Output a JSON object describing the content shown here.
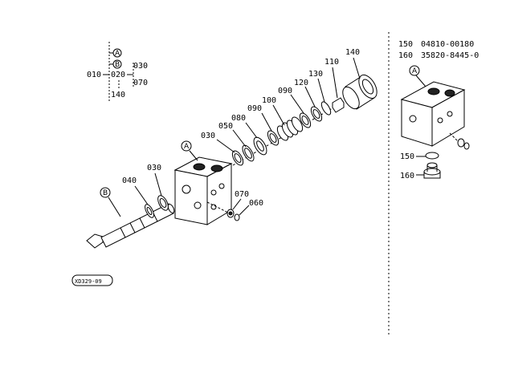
{
  "diagram": {
    "legend_tree": {
      "root": "010",
      "markers": [
        "A",
        "B"
      ],
      "mid": "020",
      "branch_top": "030",
      "branch_bottom": "070",
      "bottom": "140"
    },
    "callouts": {
      "p140": "140",
      "p110": "110",
      "p130": "130",
      "p120": "120",
      "p090a": "090",
      "p100": "100",
      "p090b": "090",
      "p080": "080",
      "p050": "050",
      "p030a": "030",
      "markA": "A",
      "p040": "040",
      "p030b": "030",
      "markB": "B",
      "p070": "070",
      "p060": "060"
    },
    "inset": {
      "table": [
        {
          "ref": "150",
          "part_no": "04810-00180"
        },
        {
          "ref": "160",
          "part_no": "35820-8445-0"
        }
      ],
      "markA": "A",
      "c150": "150",
      "c160": "160"
    },
    "figure_id": "XD329-09"
  }
}
